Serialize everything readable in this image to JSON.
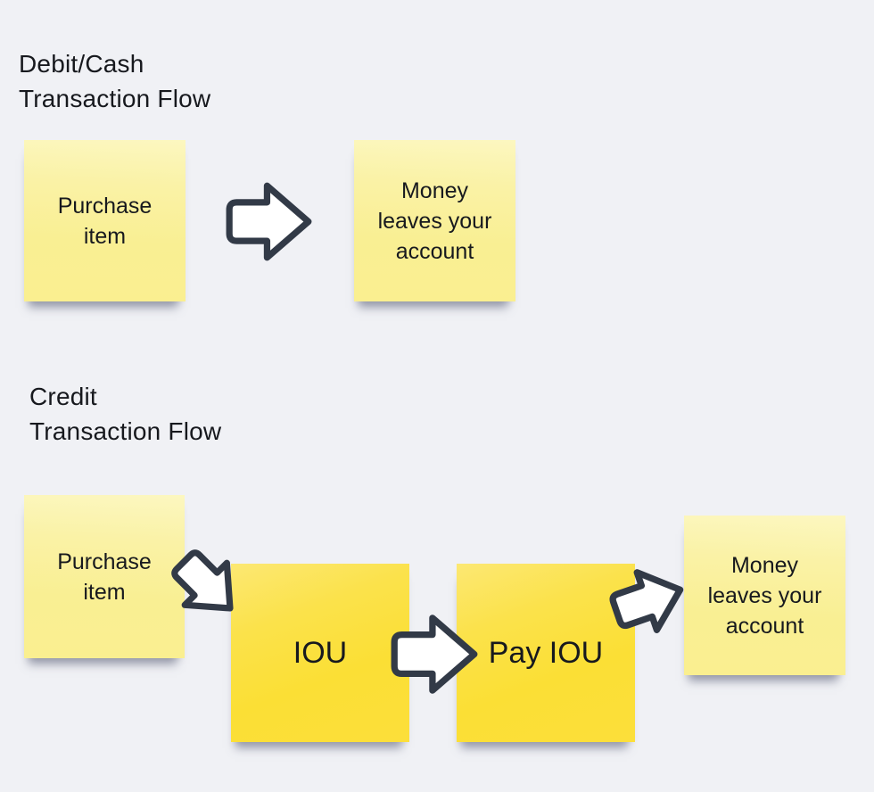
{
  "colors": {
    "background": "#f0f1f5",
    "note_pale": "#f9ef93",
    "note_bright": "#fbdf38",
    "arrow_fill": "#ffffff",
    "arrow_outline": "#323a47",
    "text": "#17191e"
  },
  "debit": {
    "title_line1": "Debit/Cash",
    "title_line2": "Transaction Flow",
    "notes": [
      {
        "label": "Purchase item"
      },
      {
        "label": "Money leaves your account"
      }
    ],
    "icons": [
      "arrow-right"
    ]
  },
  "credit": {
    "title_line1": "Credit",
    "title_line2": "Transaction Flow",
    "notes": [
      {
        "label": "Purchase item"
      },
      {
        "label": "IOU"
      },
      {
        "label": "Pay IOU"
      },
      {
        "label": "Money leaves your account"
      }
    ],
    "icons": [
      "arrow-down-right",
      "arrow-right",
      "arrow-up-right"
    ]
  }
}
